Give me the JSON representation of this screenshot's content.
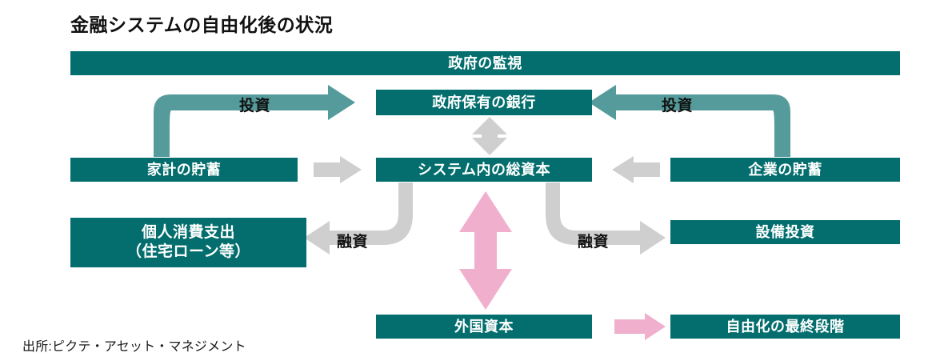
{
  "chart_data": {
    "type": "diagram",
    "title": "金融システムの自由化後の状況",
    "source": "出所:ピクテ・アセット・マネジメント",
    "colors": {
      "box_fill": "#046e6e",
      "box_text": "#ffffff",
      "teal_arrow": "#569b9b",
      "gray_arrow": "#cfcfcf",
      "pink_arrow": "#f0b0cd",
      "label_text": "#111111",
      "background": "#ffffff"
    },
    "nodes": [
      {
        "id": "government_oversight",
        "label": "政府の監視"
      },
      {
        "id": "state_owned_bank",
        "label": "政府保有の銀行"
      },
      {
        "id": "household_savings",
        "label": "家計の貯蓄"
      },
      {
        "id": "total_capital",
        "label": "システム内の総資本"
      },
      {
        "id": "corporate_savings",
        "label": "企業の貯蓄"
      },
      {
        "id": "consumer_spending",
        "label": "個人消費支出\n（住宅ローン等）"
      },
      {
        "id": "capital_investment",
        "label": "設備投資"
      },
      {
        "id": "foreign_capital",
        "label": "外国資本"
      },
      {
        "id": "final_liberalization",
        "label": "自由化の最終段階"
      }
    ],
    "edges": [
      {
        "from": "household_savings",
        "to": "state_owned_bank",
        "label": "投資",
        "color": "#569b9b",
        "style": "elbow"
      },
      {
        "from": "corporate_savings",
        "to": "state_owned_bank",
        "label": "投資",
        "color": "#569b9b",
        "style": "elbow"
      },
      {
        "from": "state_owned_bank",
        "to": "total_capital",
        "label": "",
        "color": "#cfcfcf",
        "style": "double-vertical"
      },
      {
        "from": "household_savings",
        "to": "total_capital",
        "label": "",
        "color": "#cfcfcf",
        "style": "straight-right"
      },
      {
        "from": "corporate_savings",
        "to": "total_capital",
        "label": "",
        "color": "#cfcfcf",
        "style": "straight-left"
      },
      {
        "from": "total_capital",
        "to": "consumer_spending",
        "label": "融資",
        "color": "#cfcfcf",
        "style": "elbow"
      },
      {
        "from": "total_capital",
        "to": "capital_investment",
        "label": "融資",
        "color": "#cfcfcf",
        "style": "elbow"
      },
      {
        "from": "total_capital",
        "to": "foreign_capital",
        "label": "",
        "color": "#f0b0cd",
        "style": "double-vertical"
      },
      {
        "from": "foreign_capital",
        "to": "final_liberalization",
        "label": "",
        "color": "#f0b0cd",
        "style": "straight-right"
      }
    ]
  },
  "diagram": {
    "title": "金融システムの自由化後の状況",
    "source": "出所:ピクテ・アセット・マネジメント",
    "boxes": {
      "government_oversight": "政府の監視",
      "state_owned_bank": "政府保有の銀行",
      "household_savings": "家計の貯蓄",
      "total_capital": "システム内の総資本",
      "corporate_savings": "企業の貯蓄",
      "consumer_spending_line1": "個人消費支出",
      "consumer_spending_line2": "（住宅ローン等）",
      "capital_investment": "設備投資",
      "foreign_capital": "外国資本",
      "final_liberalization": "自由化の最終段階"
    },
    "labels": {
      "investment_left": "投資",
      "investment_right": "投資",
      "loan_left": "融資",
      "loan_right": "融資"
    }
  }
}
